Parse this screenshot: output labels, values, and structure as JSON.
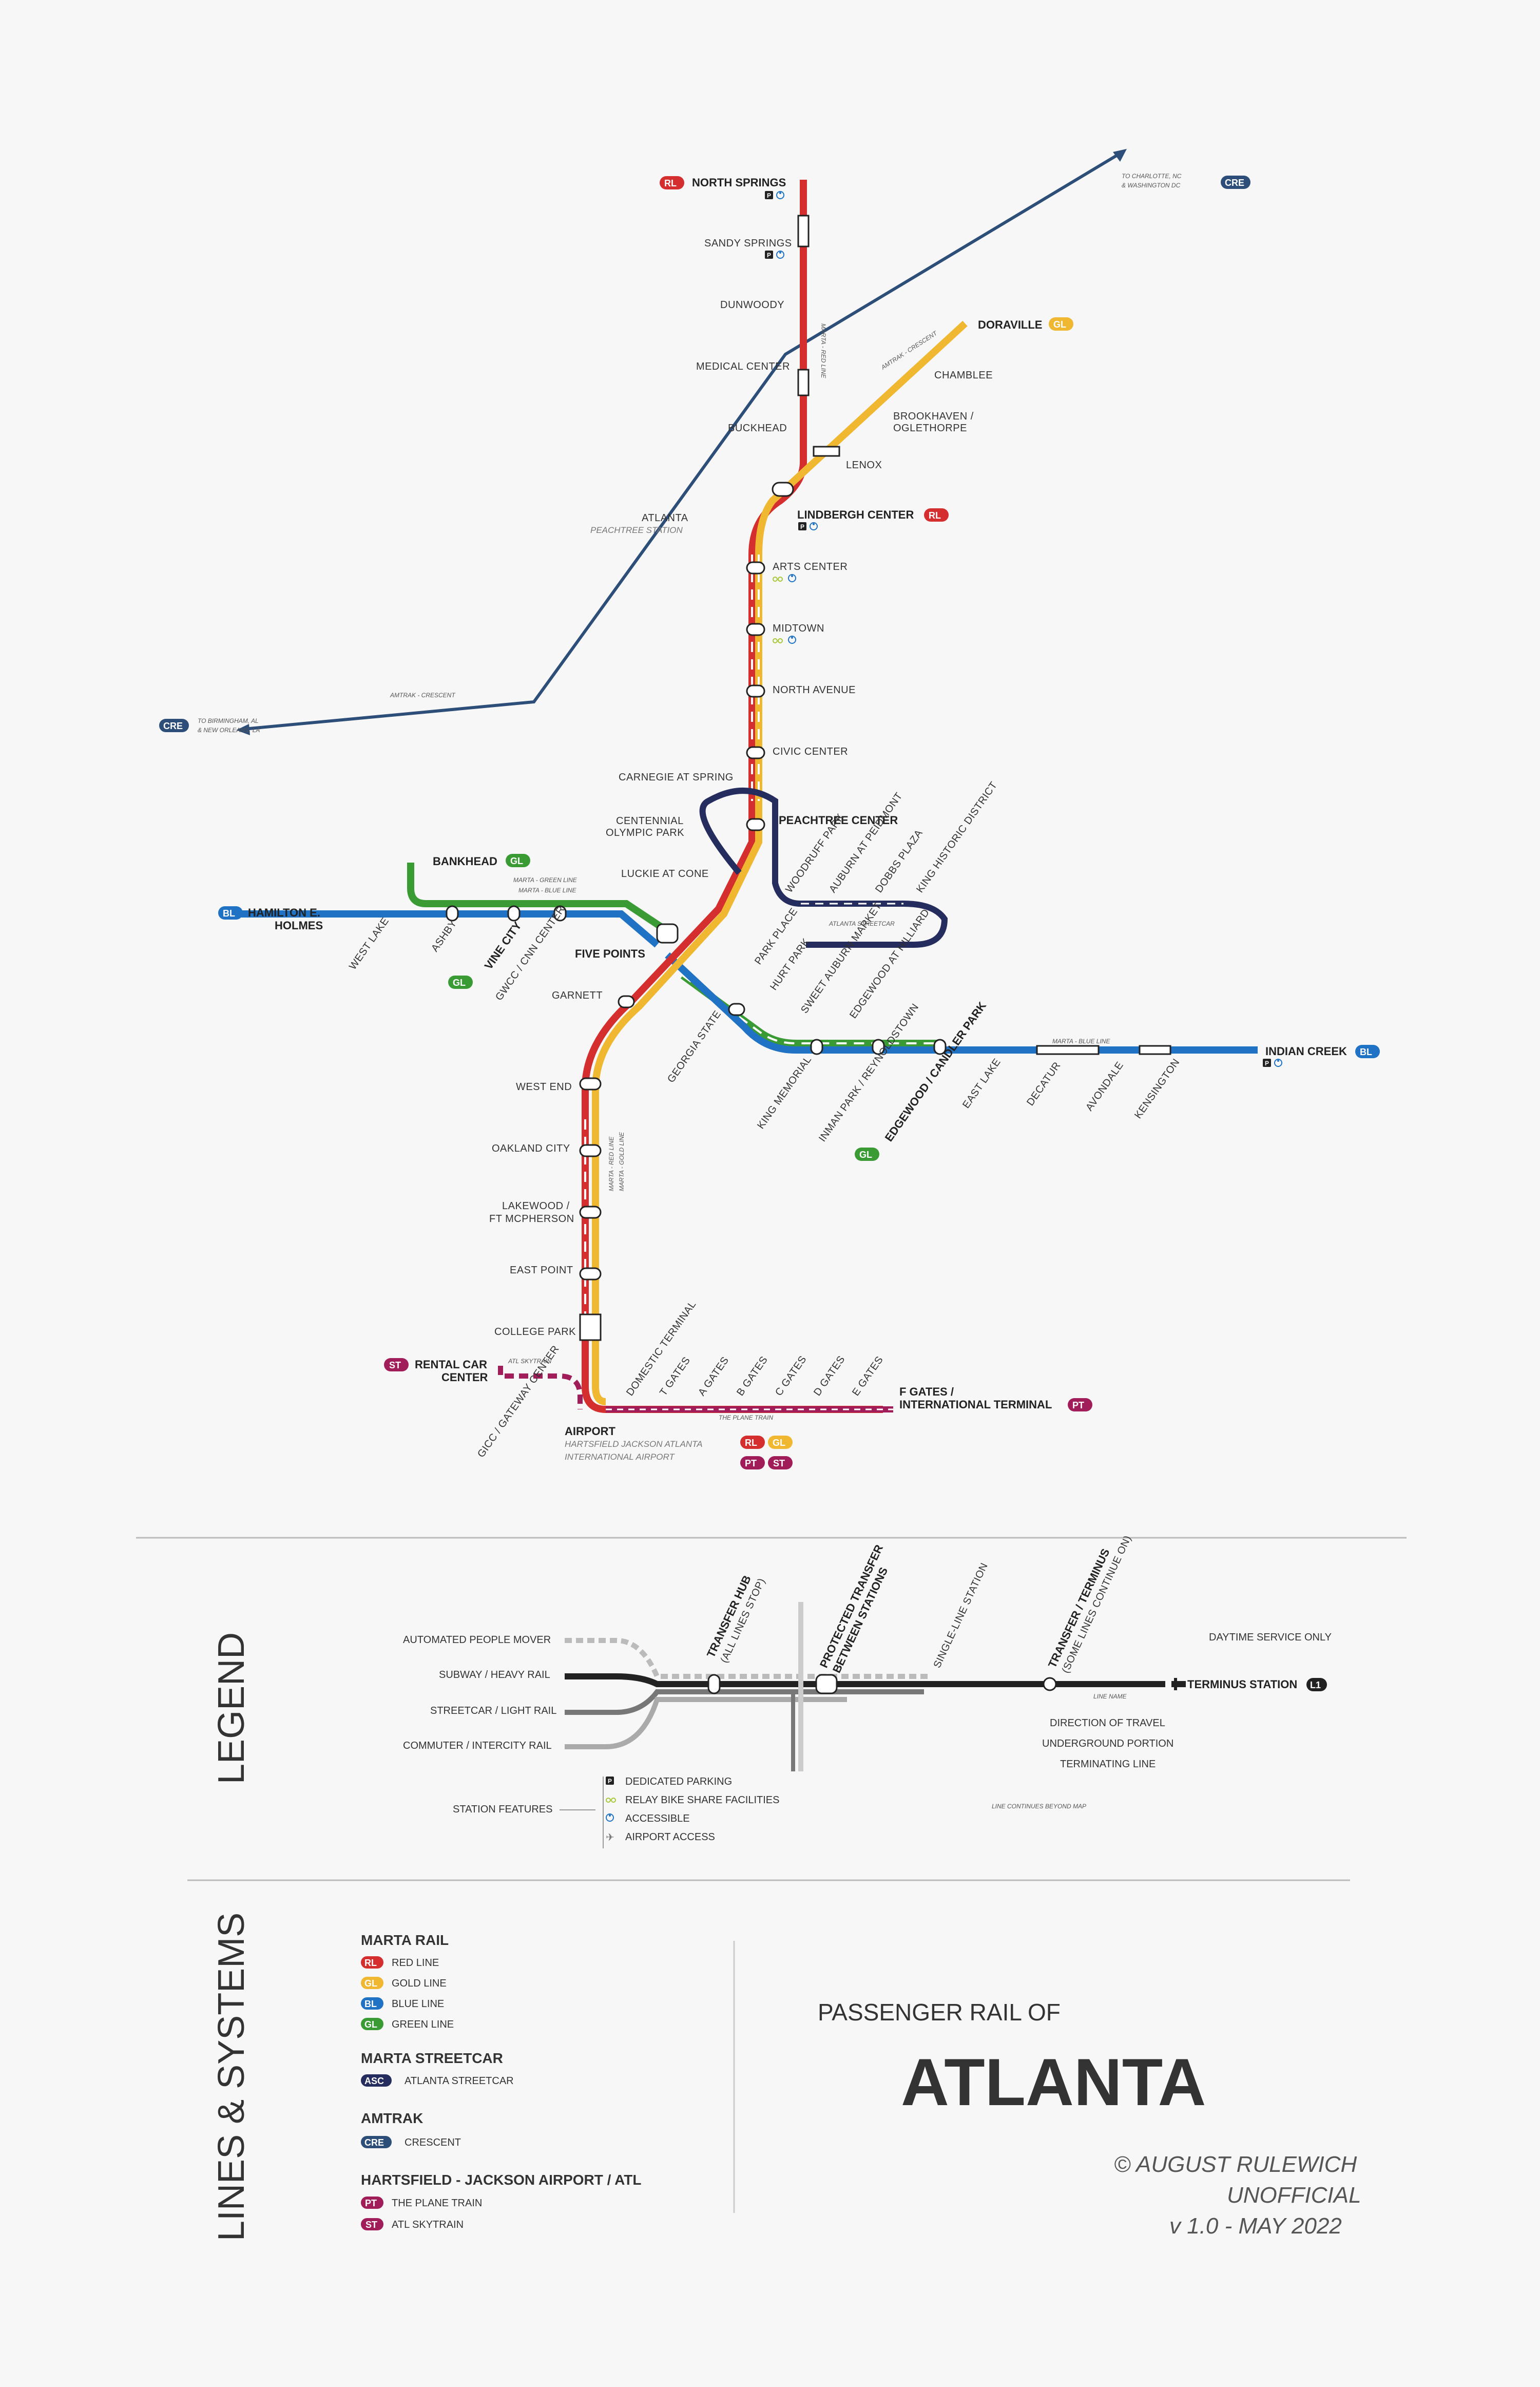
{
  "colors": {
    "red": "#d42e2e",
    "gold": "#f0b731",
    "blue": "#1f72c4",
    "green": "#3a9b35",
    "streetcar": "#252c5e",
    "amtrak": "#2d4e78",
    "airport": "#a01d5a",
    "black": "#222222"
  },
  "external": {
    "charlotte": "TO CHARLOTTE, NC & WASHINGTON DC",
    "charlotte_l1": "TO CHARLOTTE, NC",
    "charlotte_l2": "& WASHINGTON DC",
    "birmingham_l1": "TO BIRMINGHAM, AL",
    "birmingham_l2": "& NEW ORLEANS, LA",
    "amtrak_label": "AMTRAK - CRESCENT",
    "cre": "CRE"
  },
  "line_labels": {
    "marta_red": "MARTA - RED LINE",
    "marta_gold": "MARTA - GOLD LINE",
    "marta_green": "MARTA - GREEN LINE",
    "marta_blue": "MARTA - BLUE LINE",
    "atlanta_streetcar": "ATLANTA STREETCAR",
    "atl_skytrain": "ATL SKYTRAIN",
    "plane_train": "THE PLANE TRAIN"
  },
  "stations": {
    "north_springs": "NORTH SPRINGS",
    "sandy_springs": "SANDY SPRINGS",
    "dunwoody": "DUNWOODY",
    "medical_center": "MEDICAL CENTER",
    "buckhead": "BUCKHEAD",
    "doraville": "DORAVILLE",
    "chamblee": "CHAMBLEE",
    "brookhaven_l1": "BROOKHAVEN /",
    "brookhaven_l2": "OGLETHORPE",
    "lenox": "LENOX",
    "lindbergh": "LINDBERGH CENTER",
    "atlanta": "ATLANTA",
    "peachtree_station": "PEACHTREE STATION",
    "arts_center": "ARTS CENTER",
    "midtown": "MIDTOWN",
    "north_avenue": "NORTH AVENUE",
    "civic_center": "CIVIC CENTER",
    "carnegie": "CARNEGIE AT SPRING",
    "centennial_l1": "CENTENNIAL",
    "centennial_l2": "OLYMPIC PARK",
    "peachtree_center": "PEACHTREE CENTER",
    "luckie": "LUCKIE AT CONE",
    "woodruff": "WOODRUFF PARK",
    "auburn_peidmont": "AUBURN AT PEIDMONT",
    "dobbs": "DOBBS PLAZA",
    "king_historic": "KING HISTORIC DISTRICT",
    "park_place": "PARK PLACE",
    "hurt_park": "HURT PARK",
    "sweet_auburn": "SWEET AUBURN MARKET",
    "edgewood_hilliard": "EDGEWOOD AT HILLIARD",
    "bankhead": "BANKHEAD",
    "hamilton_l1": "HAMILTON E.",
    "hamilton_l2": "HOLMES",
    "west_lake": "WEST LAKE",
    "ashby": "ASHBY",
    "vine_city": "VINE CITY",
    "gwcc": "GWCC / CNN CENTER",
    "five_points": "FIVE POINTS",
    "garnett": "GARNETT",
    "georgia_state": "GEORGIA STATE",
    "king_memorial": "KING MEMORIAL",
    "inman_park": "INMAN PARK / REYNOLDSTOWN",
    "edgewood_candler": "EDGEWOOD / CANDLER PARK",
    "east_lake": "EAST LAKE",
    "decatur": "DECATUR",
    "avondale": "AVONDALE",
    "kensington": "KENSINGTON",
    "indian_creek": "INDIAN CREEK",
    "west_end": "WEST END",
    "oakland_city": "OAKLAND CITY",
    "lakewood_l1": "LAKEWOOD /",
    "lakewood_l2": "FT MCPHERSON",
    "east_point": "EAST POINT",
    "college_park": "COLLEGE PARK",
    "rental_l1": "RENTAL CAR",
    "rental_l2": "CENTER",
    "gicc": "GICC / GATEWAY CENTER",
    "airport": "AIRPORT",
    "hartsfield_l1": "HARTSFIELD JACKSON ATLANTA",
    "hartsfield_l2": "INTERNATIONAL AIRPORT",
    "domestic_terminal": "DOMESTIC TERMINAL",
    "t_gates": "T GATES",
    "a_gates": "A GATES",
    "b_gates": "B GATES",
    "c_gates": "C GATES",
    "d_gates": "D GATES",
    "e_gates": "E GATES",
    "f_gates_l1": "F GATES /",
    "f_gates_l2": "INTERNATIONAL TERMINAL"
  },
  "badges": {
    "rl": "RL",
    "gl": "GL",
    "bl": "BL",
    "pt": "PT",
    "st": "ST",
    "asc": "ASC",
    "cre": "CRE",
    "l1": "L1"
  },
  "legend": {
    "title": "LEGEND",
    "apm": "AUTOMATED PEOPLE MOVER",
    "subway": "SUBWAY / HEAVY RAIL",
    "streetcar": "STREETCAR / LIGHT RAIL",
    "commuter": "COMMUTER / INTERCITY RAIL",
    "transfer_hub_l1": "TRANSFER HUB",
    "transfer_hub_l2": "(ALL LINES STOP)",
    "protected_l1": "PROTECTED TRANSFER",
    "protected_l2": "BETWEEN STATIONS",
    "single_line": "SINGLE-LINE STATION",
    "terminus_l1": "TRANSFER / TERMINUS",
    "terminus_l2": "(SOME LINES CONTINUE ON)",
    "daytime": "DAYTIME SERVICE ONLY",
    "terminus_station": "TERMINUS STATION",
    "line_name": "LINE NAME",
    "direction": "DIRECTION OF TRAVEL",
    "underground": "UNDERGROUND PORTION",
    "terminating": "TERMINATING LINE",
    "continues": "LINE CONTINUES BEYOND MAP",
    "features": "STATION FEATURES",
    "parking": "DEDICATED PARKING",
    "bike": "RELAY BIKE SHARE FACILITIES",
    "accessible": "ACCESSIBLE",
    "airport_access": "AIRPORT ACCESS"
  },
  "systems": {
    "title": "LINES & SYSTEMS",
    "marta_rail": "MARTA RAIL",
    "red": "RED LINE",
    "gold": "GOLD LINE",
    "blue": "BLUE LINE",
    "green": "GREEN LINE",
    "marta_streetcar": "MARTA STREETCAR",
    "atlanta_streetcar": "ATLANTA STREETCAR",
    "amtrak": "AMTRAK",
    "crescent": "CRESCENT",
    "airport": "HARTSFIELD - JACKSON AIRPORT / ATL",
    "plane_train": "THE PLANE TRAIN",
    "skytrain": "ATL SKYTRAIN"
  },
  "title_block": {
    "pre": "PASSENGER RAIL OF",
    "city": "ATLANTA",
    "credit": "© AUGUST RULEWICH",
    "unofficial": "UNOFFICIAL",
    "version": "v 1.0 - MAY 2022"
  },
  "icons": {
    "parking": "parking-icon",
    "bike": "bike-icon",
    "accessible": "accessible-icon",
    "airport": "airplane-icon"
  }
}
